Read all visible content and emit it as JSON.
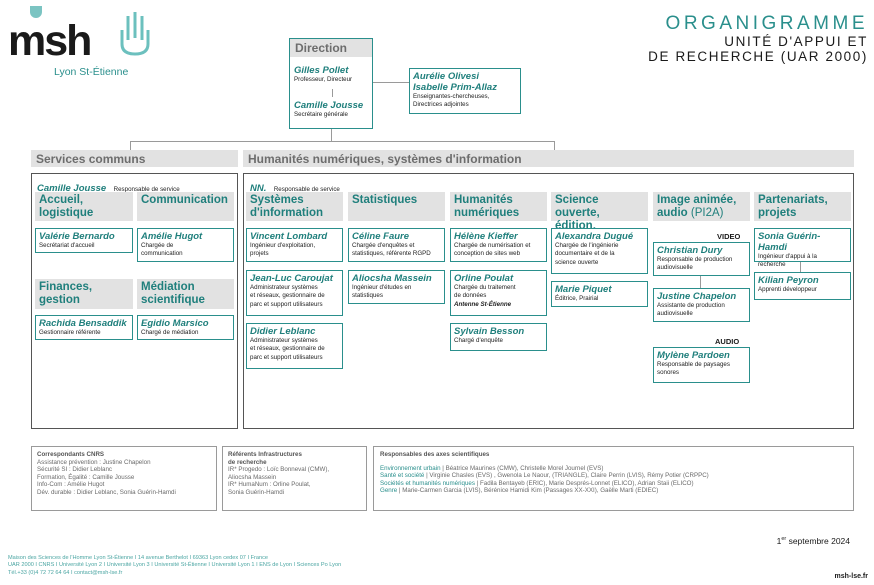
{
  "logo": {
    "text": "msh",
    "sub": "Lyon St-Étienne"
  },
  "title": {
    "main": "ORGANIGRAMME",
    "line2": "UNITÉ D'APPUI ET",
    "line3": "DE RECHERCHE (UAR 2000)"
  },
  "direction": {
    "label": "Direction",
    "p1": {
      "name": "Gilles Pollet",
      "role": "Professeur, Directeur"
    },
    "p2": {
      "name": "Camille Jousse",
      "role": "Secrétaire générale"
    },
    "side": {
      "name1": "Aurélie Olivesi",
      "name2": "Isabelle Prim-Allaz",
      "role1": "Enseignantes-chercheuses,",
      "role2": "Directrices adjointes"
    }
  },
  "services": {
    "label": "Services communs",
    "head_name": "Camille Jousse",
    "head_role": "Responsable de service",
    "accueil": {
      "t1": "Accueil,",
      "t2": "logistique",
      "name": "Valérie Bernardo",
      "role": "Secrétariat d'accueil"
    },
    "comm": {
      "t1": "Communication",
      "name": "Amélie Hugot",
      "r1": "Chargée de",
      "r2": "communication"
    },
    "fin": {
      "t1": "Finances,",
      "t2": "gestion",
      "name": "Rachida Bensaddik",
      "role": "Gestionnaire référente"
    },
    "med": {
      "t1": "Médiation",
      "t2": "scientifique",
      "name": "Egidio Marsico",
      "role": "Chargé de médiation"
    }
  },
  "huma": {
    "label": "Humanités numériques, systèmes d'information",
    "head_name": "NN.",
    "head_role": "Responsable de service",
    "si": {
      "t1": "Systèmes",
      "t2": "d'information",
      "p1": {
        "name": "Vincent Lombard",
        "r1": "Ingénieur d'exploitation,",
        "r2": "projets"
      },
      "p2": {
        "name": "Jean-Luc Caroujat",
        "r1": "Administrateur systèmes",
        "r2": "et réseaux, gestionnaire de",
        "r3": "parc et support utilisateurs"
      },
      "p3": {
        "name": "Didier Leblanc",
        "r1": "Administrateur systèmes",
        "r2": "et réseaux, gestionnaire de",
        "r3": "parc et support utilisateurs"
      }
    },
    "stat": {
      "t1": "Statistiques",
      "p1": {
        "name": "Céline Faure",
        "r1": "Chargée d'enquêtes et",
        "r2": "statistiques, référente RGPD"
      },
      "p2": {
        "name": "Aliocsha Massein",
        "r1": "Ingénieur d'études en",
        "r2": "statistiques"
      }
    },
    "hn": {
      "t1": "Humanités",
      "t2": "numériques",
      "p1": {
        "name": "Hélène Kieffer",
        "r1": "Chargée de numérisation et",
        "r2": "conception de sites web"
      },
      "p2": {
        "name": "Orline Poulat",
        "r1": "Chargée du traitement",
        "r2": "de données",
        "r3": "Antenne St-Étienne"
      },
      "p3": {
        "name": "Sylvain Besson",
        "r1": "Chargé d'enquête"
      }
    },
    "so": {
      "t1": "Science ouverte,",
      "t2": "édition, données",
      "p1": {
        "name": "Alexandra Dugué",
        "r1": "Chargée de l'ingénierie",
        "r2": "documentaire et de la",
        "r3": "science ouverte"
      },
      "p2": {
        "name": "Marie Piquet",
        "r1": "Éditrice, Prairial"
      }
    },
    "img": {
      "t1": "Image animée,",
      "t2a": "audio",
      "t2b": "(PI2A)",
      "video": "VIDEO",
      "audio": "AUDIO",
      "p1": {
        "name": "Christian Dury",
        "r1": "Responsable de production",
        "r2": "audiovisuelle"
      },
      "p2": {
        "name": "Justine Chapelon",
        "r1": "Assistante de production",
        "r2": "audiovisuelle"
      },
      "p3": {
        "name": "Mylène Pardoen",
        "r1": "Responsable de paysages",
        "r2": "sonores"
      }
    },
    "part": {
      "t1": "Partenariats,",
      "t2": "projets",
      "p1": {
        "name": "Sonia Guérin-Hamdi",
        "r1": "Ingénieur d'appui à la",
        "r2": "recherche"
      },
      "p2": {
        "name": "Kilian Peyron",
        "r1": "Apprenti développeur"
      }
    }
  },
  "cnrs": {
    "title": "Correspondants CNRS",
    "l1": "Assistance prévention : Justine Chapelon",
    "l2": "Sécurité SI : Didier Leblanc",
    "l3": "Formation, Égalité : Camille Jousse",
    "l4": "Info-Com : Amélie Hugot",
    "l5": "Dév. durable : Didier Leblanc, Sonia Guérin-Hamdi"
  },
  "infra": {
    "t1": "Référents Infrastructures",
    "t2": "de recherche",
    "l1": "IR* Progedo : Loïc Bonneval (CMW),",
    "l2": "Aliocsha Massein",
    "l3": "IR* HumaNum : Orline Poulat,",
    "l4": "Sonia Guérin-Hamdi"
  },
  "axes": {
    "title": "Responsables des axes scientifiques",
    "a1": "Environnement urbain",
    "b1": "Béatrice Maurines (CMW), Christelle Morel Journel (EVS)",
    "a2": "Santé et société",
    "b2": "Virginie Chasles (EVS) , Gwenola Le Naour, (TRIANGLE), Claire Perrin (LVIS), Rémy Potier (CRPPC)",
    "a3": "Sociétés et humanités numériques",
    "b3": "Fadila Bentayeb (ERIC), Marie Després-Lonnet (ELICO), Adrian Staii (ELICO)",
    "a4": "Genre",
    "b4": "Marie-Carmen Garcia (LVIS), Bérénice Hamidi Kim (Passages XX-XXI), Gaëlle Marti (EDIEC)"
  },
  "date": {
    "d": "1",
    "sup": "er",
    "rest": " septembre 2024"
  },
  "footer": {
    "l1": "Maison des Sciences de l'Homme Lyon St-Étienne  I  14 avenue Berthelot  I  69363 Lyon cedex 07  I  France",
    "l2": "UAR 2000  I  CNRS  I  Université Lyon 2  I  Université Lyon 3  I  Université St-Étienne  I  Université Lyon 1  I  ENS de Lyon  I  Sciences Po Lyon",
    "l3": "Tél.+33 (0)4 72 72 64 64  I  contact@msh-lse.fr",
    "site": "msh-lse.fr"
  },
  "colors": {
    "teal": "#2a8f8c",
    "grey": "#e2e2e2"
  }
}
